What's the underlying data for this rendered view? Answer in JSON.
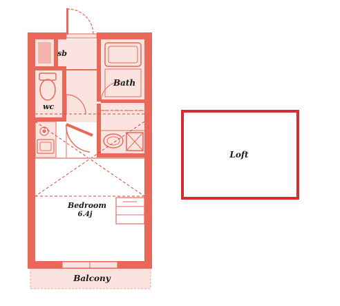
{
  "rooms": {
    "sb": "sb",
    "bath": "Bath",
    "wc": "wc",
    "bedroom": "Bedroom",
    "bedroom_size": "6.4j",
    "balcony": "Balcony",
    "loft": "Loft"
  },
  "colors": {
    "wall": "#e8685a",
    "wall_light": "#f6b5ac",
    "line": "#d9443a",
    "loft_border": "#d62c2f",
    "text": "#1a1a1a"
  }
}
